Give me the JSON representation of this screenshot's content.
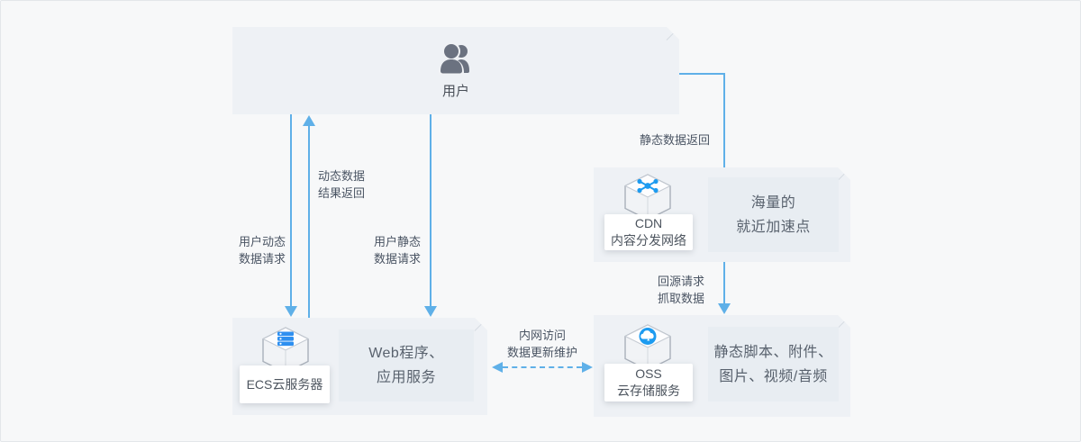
{
  "colors": {
    "arrow_blue": "#5fb0e8",
    "icon_blue": "#1d9bf0",
    "panel_fill": "#eef1f5",
    "inner_fill": "#e8edf2",
    "text_dark": "#4c545e"
  },
  "icons": {
    "user": "users-icon",
    "ecs": "server-cube-icon",
    "cdn": "network-node-cube-icon",
    "oss": "cloud-storage-cube-icon"
  },
  "nodes": {
    "user": {
      "label": "用户"
    },
    "ecs": {
      "label": "ECS云服务器",
      "desc_line1": "Web程序、",
      "desc_line2": "应用服务"
    },
    "cdn": {
      "label_line1": "CDN",
      "label_line2": "内容分发网络",
      "desc_line1": "海量的",
      "desc_line2": "就近加速点"
    },
    "oss": {
      "label_line1": "OSS",
      "label_line2": "云存储服务",
      "desc_line1": "静态脚本、附件、",
      "desc_line2": "图片、视频/音频"
    }
  },
  "edges": {
    "dynamic_request": {
      "line1": "用户动态",
      "line2": "数据请求"
    },
    "dynamic_return": {
      "line1": "动态数据",
      "line2": "结果返回"
    },
    "static_request": {
      "line1": "用户静态",
      "line2": "数据请求"
    },
    "static_return": {
      "label": "静态数据返回"
    },
    "origin_fetch": {
      "line1": "回源请求",
      "line2": "抓取数据"
    },
    "intranet": {
      "line1": "内网访问",
      "line2": "数据更新维护"
    }
  }
}
